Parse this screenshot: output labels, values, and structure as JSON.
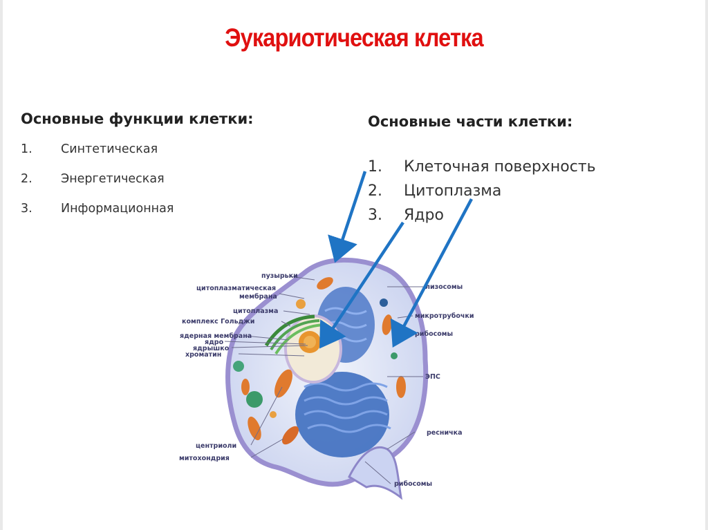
{
  "title": "Эукариотическая клетка",
  "functions": {
    "heading": "Основные функции клетки:",
    "items": [
      {
        "num": "1.",
        "text": "Синтетическая"
      },
      {
        "num": "2.",
        "text": "Энергетическая"
      },
      {
        "num": "3.",
        "text": "Информационная"
      }
    ]
  },
  "parts": {
    "heading": "Основные части клетки:",
    "items": [
      {
        "num": "1.",
        "text": "Клеточная поверхность"
      },
      {
        "num": "2.",
        "text": "Цитоплазма"
      },
      {
        "num": "3.",
        "text": "Ядро"
      }
    ]
  },
  "diagram_labels": {
    "vesicles": "пузырьки",
    "membrane_1": "цитоплазматическая",
    "membrane_2": "мембрана",
    "cytoplasm": "цитоплазма",
    "golgi": "комплекс Гольджи",
    "nuclear_membrane": "ядерная мембрана",
    "nucleus": "ядро",
    "nucleolus": "ядрышко",
    "chromatin": "хроматин",
    "centrioles": "центриоли",
    "mitochondria": "митохондрия",
    "lysosomes": "лизосомы",
    "microtubules": "микротрубочки",
    "ribosomes": "рибосомы",
    "er": "ЭПС",
    "cilium": "ресничка",
    "ribosomes_2": "рибосомы"
  },
  "colors": {
    "title": "#e01010",
    "arrow": "#1f74c4",
    "cell_membrane": "#9a8fd0",
    "cytoplasm": "#dfe6f6",
    "nucleus": "#f2ead8",
    "er": "#3f6fc0",
    "mitochondria": "#e07a2e"
  }
}
